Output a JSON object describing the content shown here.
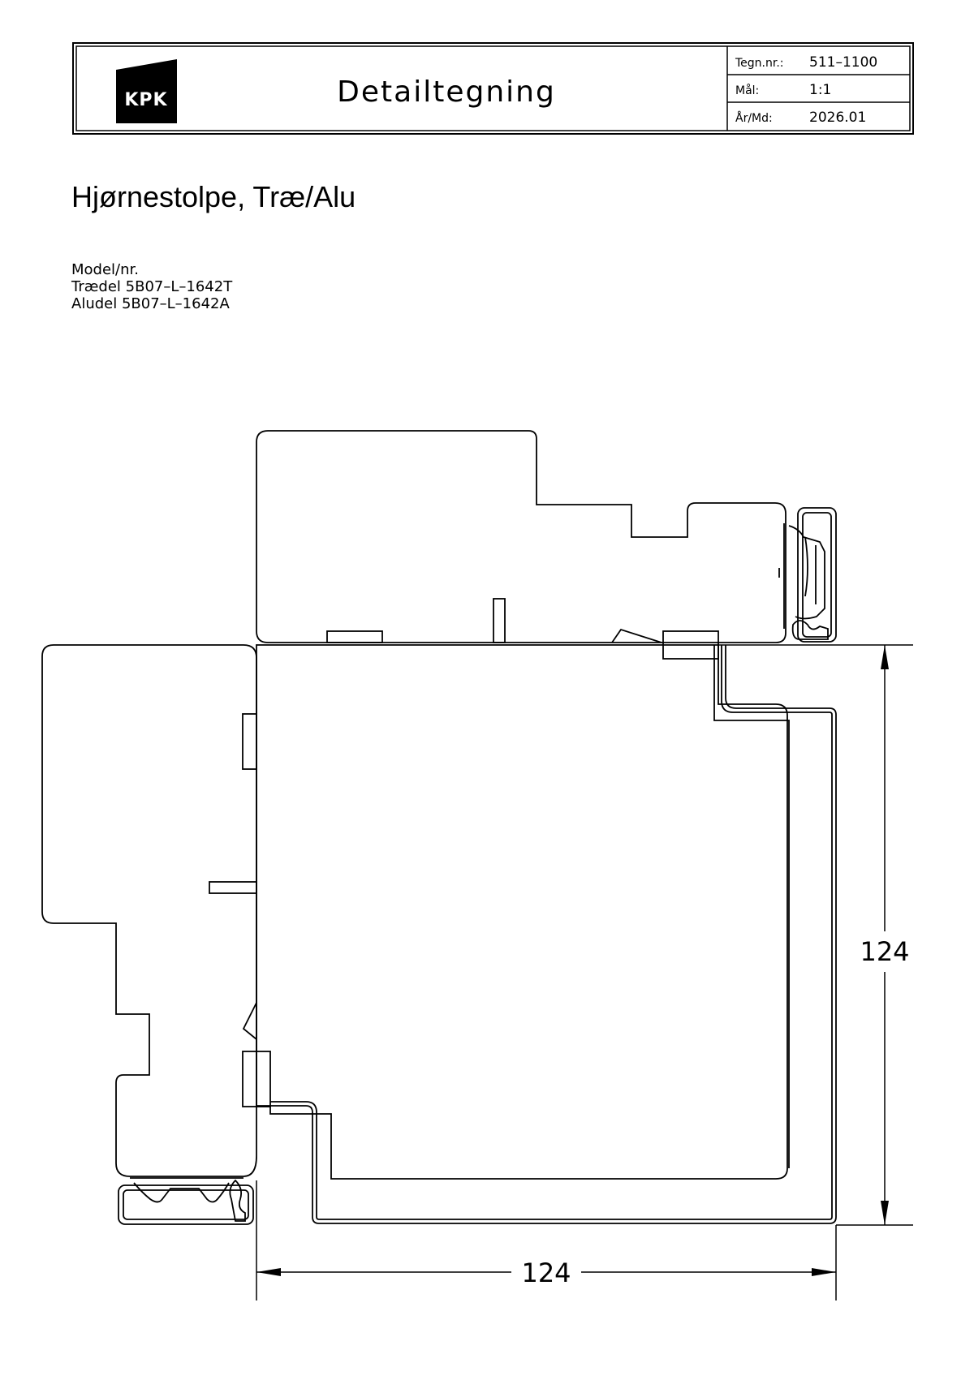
{
  "title_block": {
    "logo_text": "KPK",
    "title": "Detailtegning",
    "fields": [
      {
        "label": "Tegn.nr.:",
        "value": "511–1100"
      },
      {
        "label": "Mål:",
        "value": "1:1"
      },
      {
        "label": "År/Md:",
        "value": "2026.01"
      }
    ]
  },
  "heading": "Hjørnestolpe, Træ/Alu",
  "model": {
    "label": "Model/nr.",
    "lines": [
      "Trædel  5B07–L–1642T",
      "Aludel  5B07–L–1642A"
    ]
  },
  "dimensions": {
    "vertical": "124",
    "horizontal": "124"
  }
}
